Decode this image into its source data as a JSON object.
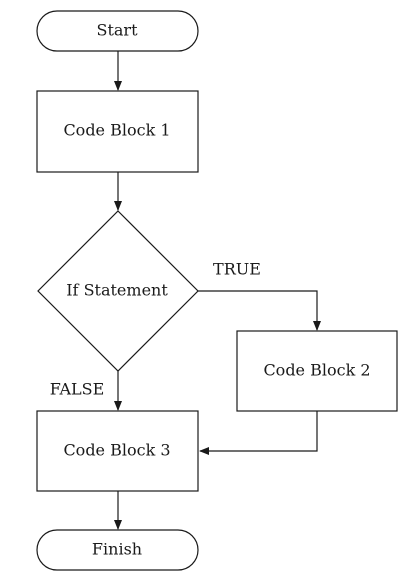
{
  "flowchart": {
    "nodes": {
      "start": "Start",
      "code_block_1": "Code Block 1",
      "if_statement": "If Statement",
      "code_block_2": "Code Block 2",
      "code_block_3": "Code Block 3",
      "finish": "Finish"
    },
    "edge_labels": {
      "true": "TRUE",
      "false": "FALSE"
    }
  }
}
